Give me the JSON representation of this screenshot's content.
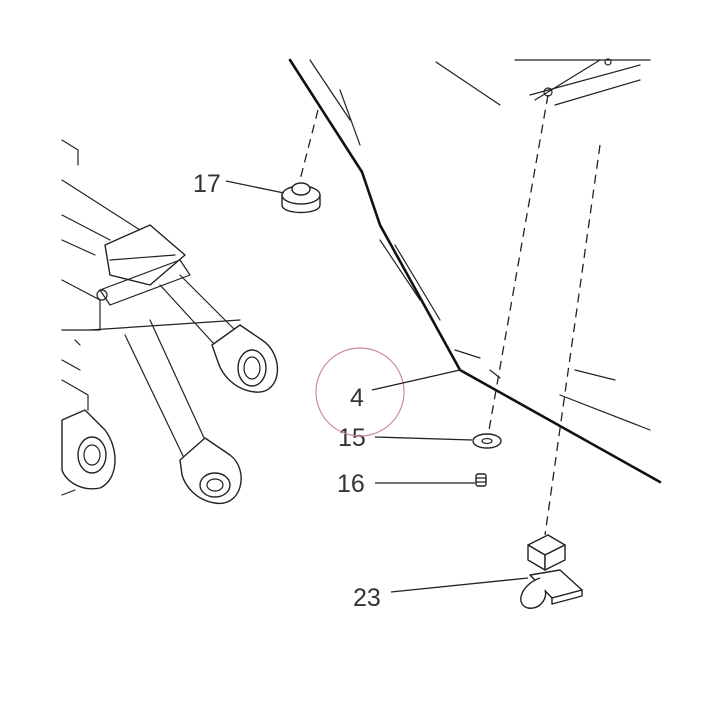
{
  "callouts": {
    "part_17": "17",
    "part_4": "4",
    "part_15": "15",
    "part_16": "16",
    "part_23": "23"
  },
  "highlight_color": "#d08a95"
}
